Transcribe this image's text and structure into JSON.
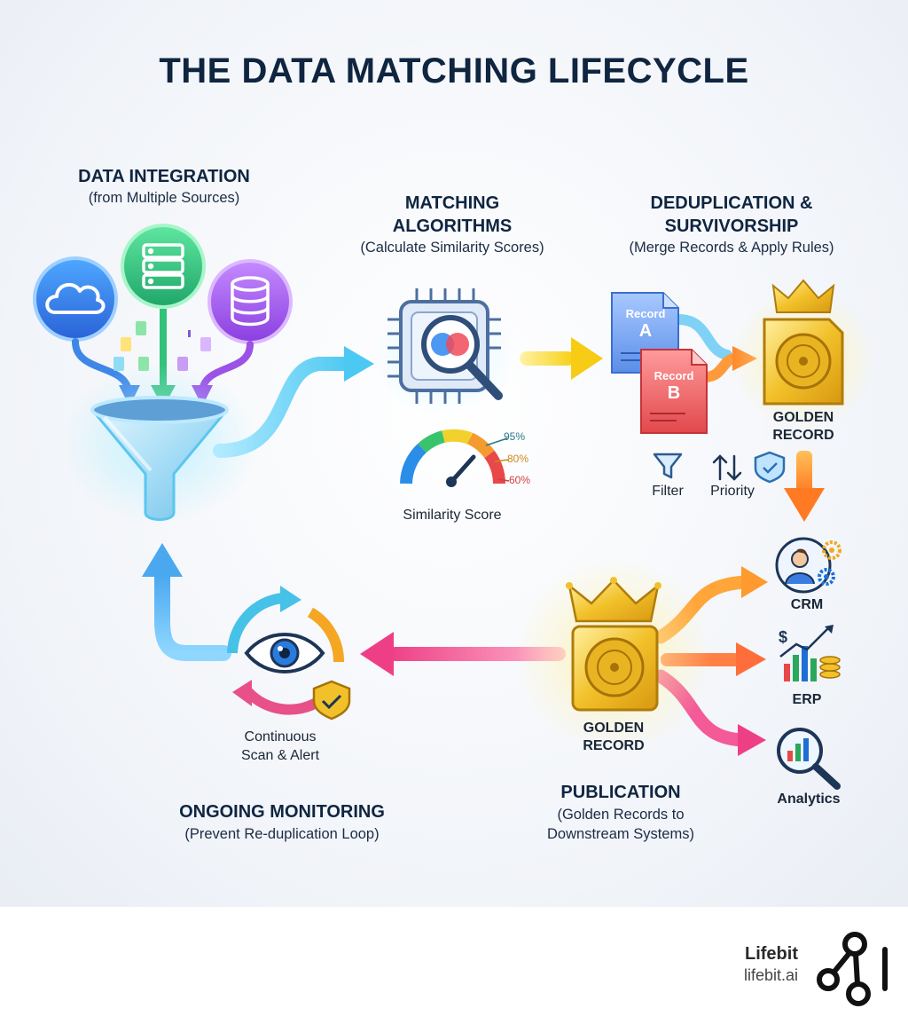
{
  "title": "THE DATA MATCHING LIFECYCLE",
  "stages": {
    "integration": {
      "title": "DATA INTEGRATION",
      "subtitle": "(from Multiple Sources)"
    },
    "matching": {
      "title_line1": "MATCHING",
      "title_line2": "ALGORITHMS",
      "subtitle": "(Calculate Similarity Scores)"
    },
    "dedup": {
      "title_line1": "DEDUPLICATION &",
      "title_line2": "SURVIVORSHIP",
      "subtitle": "(Merge Records & Apply Rules)"
    },
    "publication": {
      "title": "PUBLICATION",
      "subtitle_line1": "(Golden Records to",
      "subtitle_line2": "Downstream Systems)"
    },
    "monitoring": {
      "title": "ONGOING MONITORING",
      "subtitle": "(Prevent Re-duplication Loop)"
    }
  },
  "similarity": {
    "label": "Similarity Score",
    "thresholds": [
      "95%",
      "80%",
      "60%"
    ]
  },
  "records": {
    "record_a_line1": "Record",
    "record_a_line2": "A",
    "record_b_line1": "Record",
    "record_b_line2": "B"
  },
  "golden_record": {
    "line1": "GOLDEN",
    "line2": "RECORD"
  },
  "rules": {
    "filter": "Filter",
    "priority": "Priority"
  },
  "downstream": {
    "crm": "CRM",
    "erp": "ERP",
    "analytics": "Analytics"
  },
  "monitor": {
    "line1": "Continuous",
    "line2": "Scan & Alert"
  },
  "brand": {
    "name": "Lifebit",
    "url": "lifebit.ai"
  },
  "icons": [
    "cloud-icon",
    "server-icon",
    "database-icon",
    "funnel-icon",
    "chip-magnifier-icon",
    "gauge-icon",
    "document-icon",
    "crown-icon",
    "disc-icon",
    "filter-icon",
    "sort-icon",
    "shield-icon",
    "person-gear-icon",
    "bar-chart-icon",
    "analytics-magnifier-icon",
    "eye-icon",
    "refresh-arrows-icon",
    "lifebit-logo-icon"
  ],
  "colors": {
    "title": "#0f2540",
    "cyan": "#46c8f0",
    "yellow": "#f7d21c",
    "orange": "#ff8a2b",
    "pink": "#f0508c",
    "green": "#3ed27a",
    "purple": "#a25ee6",
    "blue": "#3a7de0",
    "gold": "#e9b21c"
  }
}
